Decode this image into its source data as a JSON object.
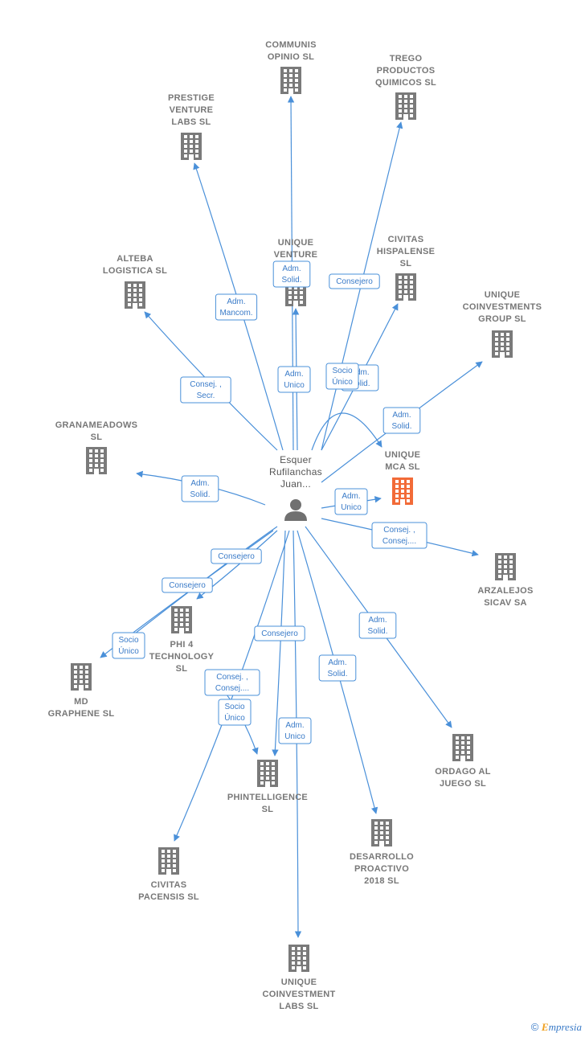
{
  "center": {
    "label_lines": [
      "Esquer",
      "Rufilanchas",
      "Juan..."
    ],
    "icon": "person-icon"
  },
  "focus_node": "n_unique_mca",
  "colors": {
    "edge": "#4a90d9",
    "node": "#7a7a7a",
    "focus_node": "#f26b38"
  },
  "nodes": [
    {
      "id": "n_communis",
      "lines": [
        "COMMUNIS",
        "OPINIO  SL"
      ]
    },
    {
      "id": "n_trego",
      "lines": [
        "TREGO",
        "PRODUCTOS",
        "QUIMICOS  SL"
      ]
    },
    {
      "id": "n_prestige",
      "lines": [
        "PRESTIGE",
        "VENTURE",
        "LABS  SL"
      ]
    },
    {
      "id": "n_unique_venture",
      "lines": [
        "UNIQUE",
        "VENTURE",
        "L"
      ]
    },
    {
      "id": "n_civitas_hisp",
      "lines": [
        "CIVITAS",
        "HISPALENSE",
        "SL"
      ]
    },
    {
      "id": "n_alteba",
      "lines": [
        "ALTEBA",
        "LOGISTICA  SL"
      ]
    },
    {
      "id": "n_unique_coinv_group",
      "lines": [
        "UNIQUE",
        "COINVESTMENTS",
        "GROUP  SL"
      ]
    },
    {
      "id": "n_granameadows",
      "lines": [
        "GRANAMEADOWS",
        "SL"
      ]
    },
    {
      "id": "n_unique_mca",
      "lines": [
        "UNIQUE",
        "MCA  SL"
      ]
    },
    {
      "id": "n_arzalejos",
      "lines": [
        "ARZALEJOS",
        "SICAV SA"
      ]
    },
    {
      "id": "n_phi4",
      "lines": [
        "PHI 4",
        "TECHNOLOGY",
        "SL"
      ]
    },
    {
      "id": "n_md_graphene",
      "lines": [
        "MD",
        "GRAPHENE  SL"
      ]
    },
    {
      "id": "n_ordago",
      "lines": [
        "ORDAGO AL",
        "JUEGO  SL"
      ]
    },
    {
      "id": "n_phintelligence",
      "lines": [
        "PHINTELLIGENCE",
        "SL"
      ]
    },
    {
      "id": "n_desarrollo",
      "lines": [
        "DESARROLLO",
        "PROACTIVO",
        "2018  SL"
      ]
    },
    {
      "id": "n_civitas_pac",
      "lines": [
        "CIVITAS",
        "PACENSIS  SL"
      ]
    },
    {
      "id": "n_unique_coinv_labs",
      "lines": [
        "UNIQUE",
        "COINVESTMENT",
        "LABS  SL"
      ]
    }
  ],
  "edges": [
    {
      "target": "n_communis",
      "lines": [
        "Adm.",
        "Solid."
      ]
    },
    {
      "target": "n_trego",
      "lines": [
        "Consejero"
      ]
    },
    {
      "target": "n_prestige",
      "lines": [
        "Adm.",
        "Mancom."
      ]
    },
    {
      "target": "n_unique_venture",
      "lines": [
        "Adm.",
        "Unico"
      ]
    },
    {
      "target": "n_civitas_hisp",
      "lines": [
        "Adm.",
        "Solid."
      ]
    },
    {
      "target": "n_unique_mca",
      "lines": [
        "Socio",
        "Único"
      ]
    },
    {
      "target": "n_alteba",
      "lines": [
        "Consej. ,",
        "Secr."
      ]
    },
    {
      "target": "n_unique_coinv_group",
      "lines": [
        "Adm.",
        "Solid."
      ]
    },
    {
      "target": "n_granameadows",
      "lines": [
        "Adm.",
        "Solid."
      ]
    },
    {
      "target": "n_unique_mca",
      "lines": [
        "Adm.",
        "Unico"
      ]
    },
    {
      "target": "n_arzalejos",
      "lines": [
        "Consej. ,",
        "Consej...."
      ]
    },
    {
      "target": "n_md_graphene",
      "lines": [
        "Consejero"
      ]
    },
    {
      "target": "n_phi4",
      "lines": [
        "Consejero"
      ]
    },
    {
      "target": "n_md_graphene",
      "lines": [
        "Socio",
        "Único"
      ]
    },
    {
      "target": "n_ordago",
      "lines": [
        "Adm.",
        "Solid."
      ]
    },
    {
      "target": "n_phintelligence",
      "lines": [
        "Consejero"
      ]
    },
    {
      "target": "n_desarrollo",
      "lines": [
        "Adm.",
        "Solid."
      ]
    },
    {
      "target": "n_phintelligence",
      "lines": [
        "Consej. ,",
        "Consej...."
      ]
    },
    {
      "target": "n_civitas_pac",
      "lines": [
        "Socio",
        "Único"
      ]
    },
    {
      "target": "n_unique_coinv_labs",
      "lines": [
        "Adm.",
        "Unico"
      ]
    }
  ],
  "footer": {
    "copyright_symbol": "©",
    "brand_initial": "E",
    "brand_rest": "mpresia"
  }
}
